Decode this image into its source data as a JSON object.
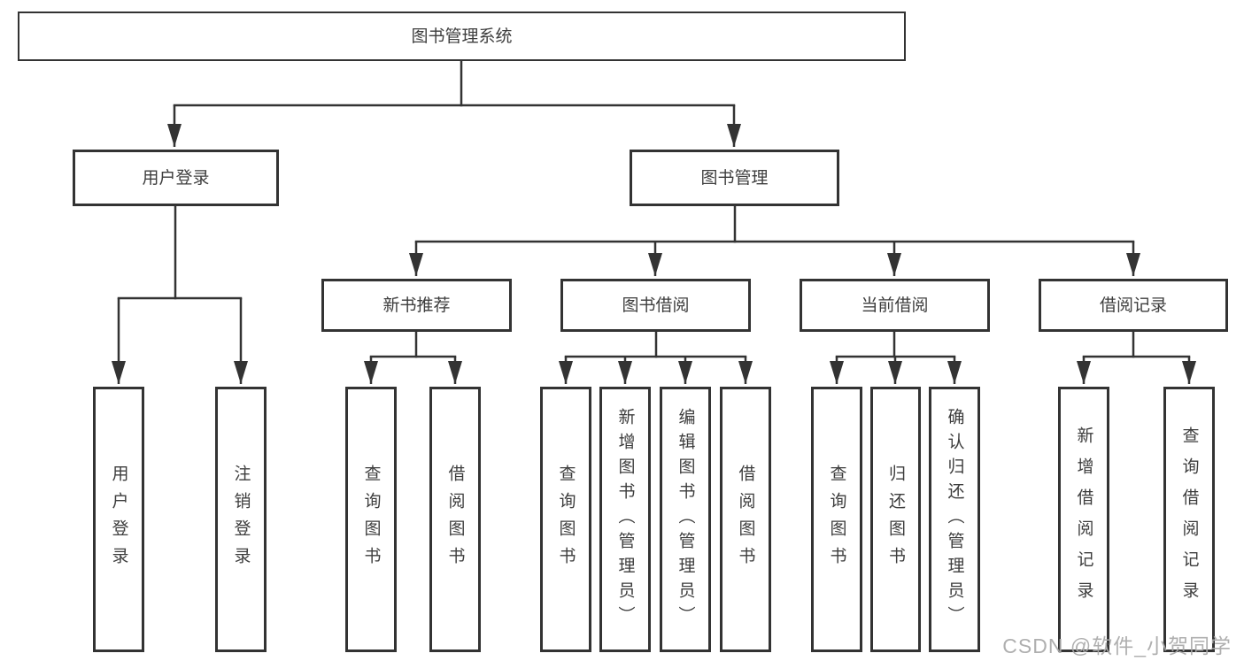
{
  "diagram": {
    "root": {
      "label": "图书管理系统"
    },
    "level2": [
      {
        "label": "用户登录"
      },
      {
        "label": "图书管理"
      }
    ],
    "level3": [
      {
        "label": "新书推荐"
      },
      {
        "label": "图书借阅"
      },
      {
        "label": "当前借阅"
      },
      {
        "label": "借阅记录"
      }
    ],
    "leaves": [
      {
        "label": "用户登录"
      },
      {
        "label": "注销登录"
      },
      {
        "label": "查询图书"
      },
      {
        "label": "借阅图书"
      },
      {
        "label": "查询图书"
      },
      {
        "label": "新增图书（管理员）"
      },
      {
        "label": "编辑图书（管理员）"
      },
      {
        "label": "借阅图书"
      },
      {
        "label": "查询图书"
      },
      {
        "label": "归还图书"
      },
      {
        "label": "确认归还（管理员）"
      },
      {
        "label": "新增借阅记录"
      },
      {
        "label": "查询借阅记录"
      }
    ],
    "colors": {
      "line": "#333333",
      "text": "#3d3d3d",
      "box_background": "#ffffff",
      "watermark": "#a8a8a8"
    },
    "watermark": {
      "text": "CSDN @软件_小贺同学"
    }
  }
}
